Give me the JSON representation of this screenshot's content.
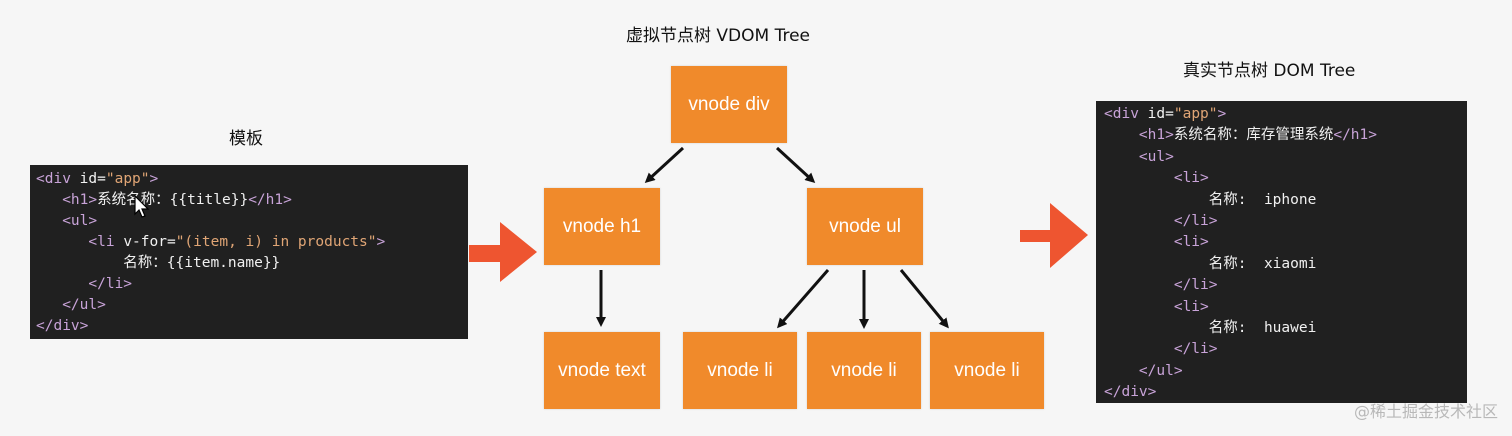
{
  "titles": {
    "template": "模板",
    "vdom": "虚拟节点树 VDOM Tree",
    "dom": "真实节点树 DOM Tree"
  },
  "template_code": [
    [
      {
        "c": "tag",
        "t": "<div "
      },
      {
        "c": "attr",
        "t": "id="
      },
      {
        "c": "str",
        "t": "\"app\""
      },
      {
        "c": "tag",
        "t": ">"
      }
    ],
    [
      {
        "c": "txt",
        "t": "   "
      },
      {
        "c": "tag",
        "t": "<h1>"
      },
      {
        "c": "txt",
        "t": "系统名称：{{title}}"
      },
      {
        "c": "tag",
        "t": "</h1>"
      }
    ],
    [
      {
        "c": "txt",
        "t": "   "
      },
      {
        "c": "tag",
        "t": "<ul>"
      }
    ],
    [
      {
        "c": "txt",
        "t": "      "
      },
      {
        "c": "tag",
        "t": "<li "
      },
      {
        "c": "attr",
        "t": "v-for="
      },
      {
        "c": "str",
        "t": "\"(item, i) in products\""
      },
      {
        "c": "tag",
        "t": ">"
      }
    ],
    [
      {
        "c": "txt",
        "t": "          名称：{{item.name}}"
      }
    ],
    [
      {
        "c": "txt",
        "t": "      "
      },
      {
        "c": "tag",
        "t": "</li>"
      }
    ],
    [
      {
        "c": "txt",
        "t": "   "
      },
      {
        "c": "tag",
        "t": "</ul>"
      }
    ],
    [
      {
        "c": "tag",
        "t": "</div>"
      }
    ]
  ],
  "vdom_nodes": {
    "root": "vnode div",
    "h1": "vnode h1",
    "ul": "vnode ul",
    "text": "vnode text",
    "li1": "vnode li",
    "li2": "vnode li",
    "li3": "vnode li"
  },
  "dom_code": [
    [
      {
        "c": "tag",
        "t": "<div "
      },
      {
        "c": "attr",
        "t": "id="
      },
      {
        "c": "str",
        "t": "\"app\""
      },
      {
        "c": "tag",
        "t": ">"
      }
    ],
    [
      {
        "c": "txt",
        "t": "    "
      },
      {
        "c": "tag",
        "t": "<h1>"
      },
      {
        "c": "txt",
        "t": "系统名称：库存管理系统"
      },
      {
        "c": "tag",
        "t": "</h1>"
      }
    ],
    [
      {
        "c": "txt",
        "t": "    "
      },
      {
        "c": "tag",
        "t": "<ul>"
      }
    ],
    [
      {
        "c": "txt",
        "t": "        "
      },
      {
        "c": "tag",
        "t": "<li>"
      }
    ],
    [
      {
        "c": "txt",
        "t": "            名称:  iphone"
      }
    ],
    [
      {
        "c": "txt",
        "t": "        "
      },
      {
        "c": "tag",
        "t": "</li>"
      }
    ],
    [
      {
        "c": "txt",
        "t": "        "
      },
      {
        "c": "tag",
        "t": "<li>"
      }
    ],
    [
      {
        "c": "txt",
        "t": "            名称:  xiaomi"
      }
    ],
    [
      {
        "c": "txt",
        "t": "        "
      },
      {
        "c": "tag",
        "t": "</li>"
      }
    ],
    [
      {
        "c": "txt",
        "t": "        "
      },
      {
        "c": "tag",
        "t": "<li>"
      }
    ],
    [
      {
        "c": "txt",
        "t": "            名称:  huawei"
      }
    ],
    [
      {
        "c": "txt",
        "t": "        "
      },
      {
        "c": "tag",
        "t": "</li>"
      }
    ],
    [
      {
        "c": "txt",
        "t": "    "
      },
      {
        "c": "tag",
        "t": "</ul>"
      }
    ],
    [
      {
        "c": "tag",
        "t": "</div>"
      }
    ]
  ],
  "watermark": "@稀土掘金技术社区",
  "colors": {
    "node_fill": "#f08a2b",
    "big_arrow": "#ee5530",
    "code_bg": "#202020"
  }
}
